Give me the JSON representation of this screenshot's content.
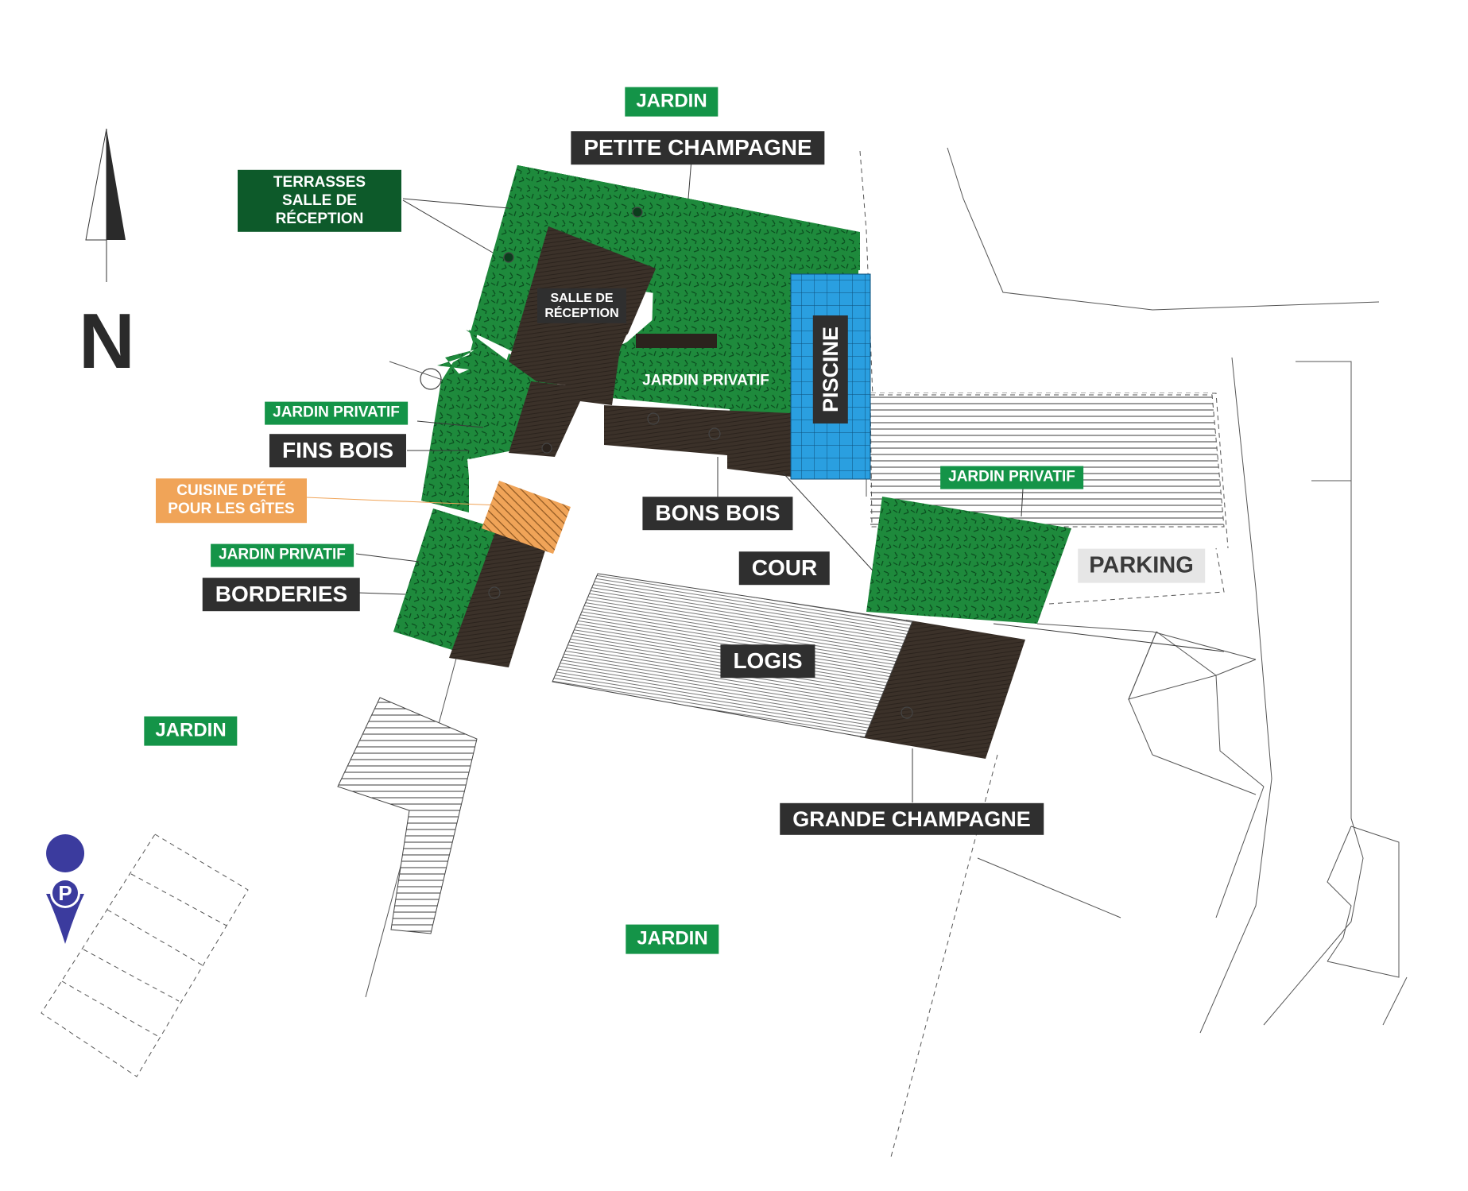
{
  "compass": {
    "north_letter": "N"
  },
  "labels": {
    "jardin_top": "JARDIN",
    "petite_champagne": "PETITE CHAMPAGNE",
    "terrasses": "TERRASSES SALLE DE RÉCEPTION",
    "salle_reception": "SALLE DE RÉCEPTION",
    "jardin_privatif_center": "JARDIN PRIVATIF",
    "piscine": "PISCINE",
    "jardin_privatif_fins": "JARDIN PRIVATIF",
    "fins_bois": "FINS BOIS",
    "cuisine_ete": "CUISINE D'ÉTÉ POUR LES GÎTES",
    "bons_bois": "BONS BOIS",
    "jardin_privatif_right": "JARDIN PRIVATIF",
    "cour": "COUR",
    "parking": "PARKING",
    "jardin_privatif_borderies": "JARDIN PRIVATIF",
    "borderies": "BORDERIES",
    "logis": "LOGIS",
    "jardin_left": "JARDIN",
    "grande_champagne": "GRANDE CHAMPAGNE",
    "jardin_bottom": "JARDIN"
  },
  "parking_marker": {
    "icon": "parking-pin-icon",
    "letter": "P",
    "color": "#3b3b9e"
  },
  "colors": {
    "garden": "#1e8a3c",
    "building": "#3b3129",
    "pool": "#2a9fe0",
    "kitchen": "#f0a458",
    "label_dark": "#2f2f2f",
    "label_green": "#149448",
    "label_dark_green": "#0d5a2a"
  }
}
